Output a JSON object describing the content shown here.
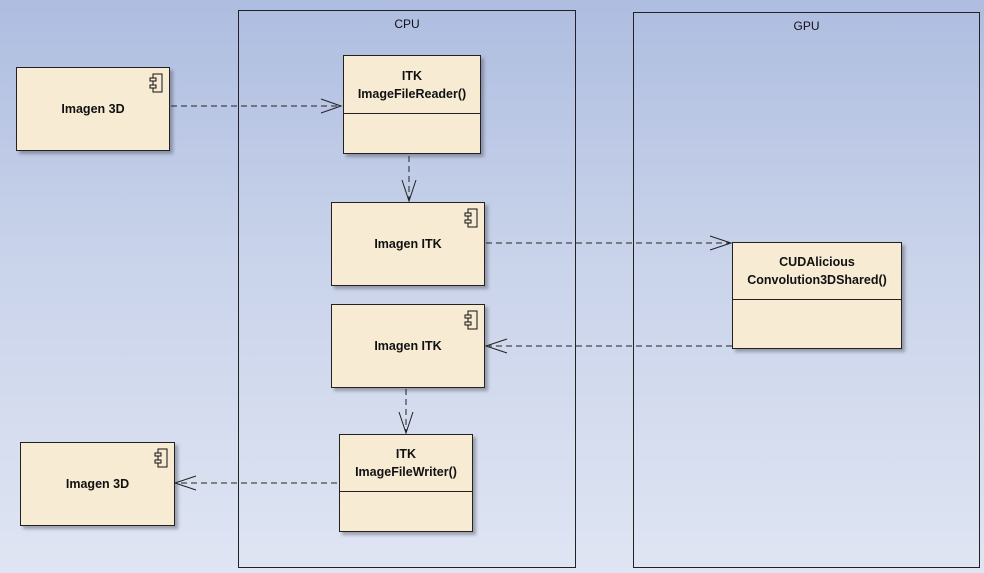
{
  "diagram": {
    "boundaries": {
      "cpu": "CPU",
      "gpu": "GPU"
    },
    "components": {
      "input_image": "Imagen 3D",
      "output_image": "Imagen 3D",
      "itk_image_1": "Imagen ITK",
      "itk_image_2": "Imagen ITK"
    },
    "classes": {
      "reader": {
        "line1": "ITK",
        "line2": "ImageFileReader()"
      },
      "writer": {
        "line1": "ITK",
        "line2": "ImageFileWriter()"
      },
      "cuda": {
        "line1": "CUDAlicious",
        "line2": "Convolution3DShared()"
      }
    },
    "icon_names": [
      "component-icon"
    ]
  }
}
